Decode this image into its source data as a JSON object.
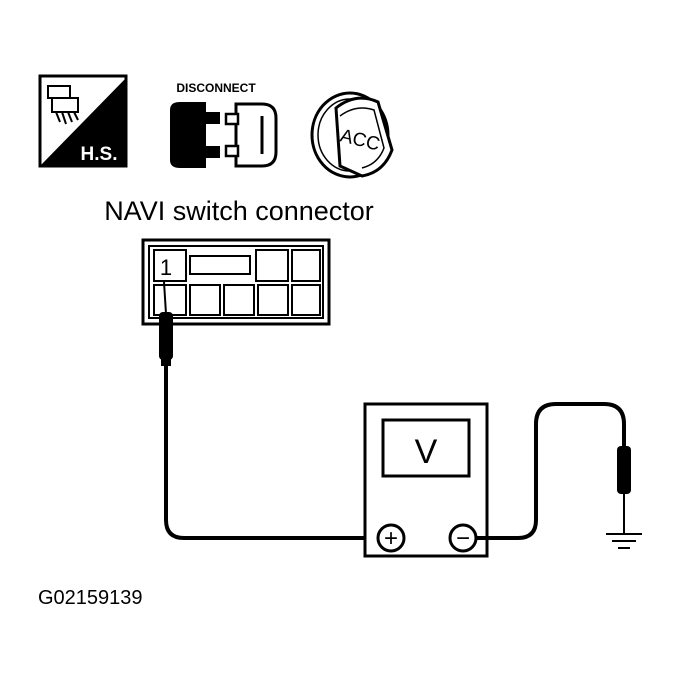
{
  "icons": {
    "harness_badge": "H.S.",
    "disconnect_label": "DISCONNECT",
    "ignition_position": "ACC"
  },
  "connector": {
    "title": "NAVI switch connector",
    "terminal": "1"
  },
  "meter": {
    "display": "V",
    "positive_symbol": "+",
    "negative_symbol": "−"
  },
  "figure_id": "G02159139"
}
